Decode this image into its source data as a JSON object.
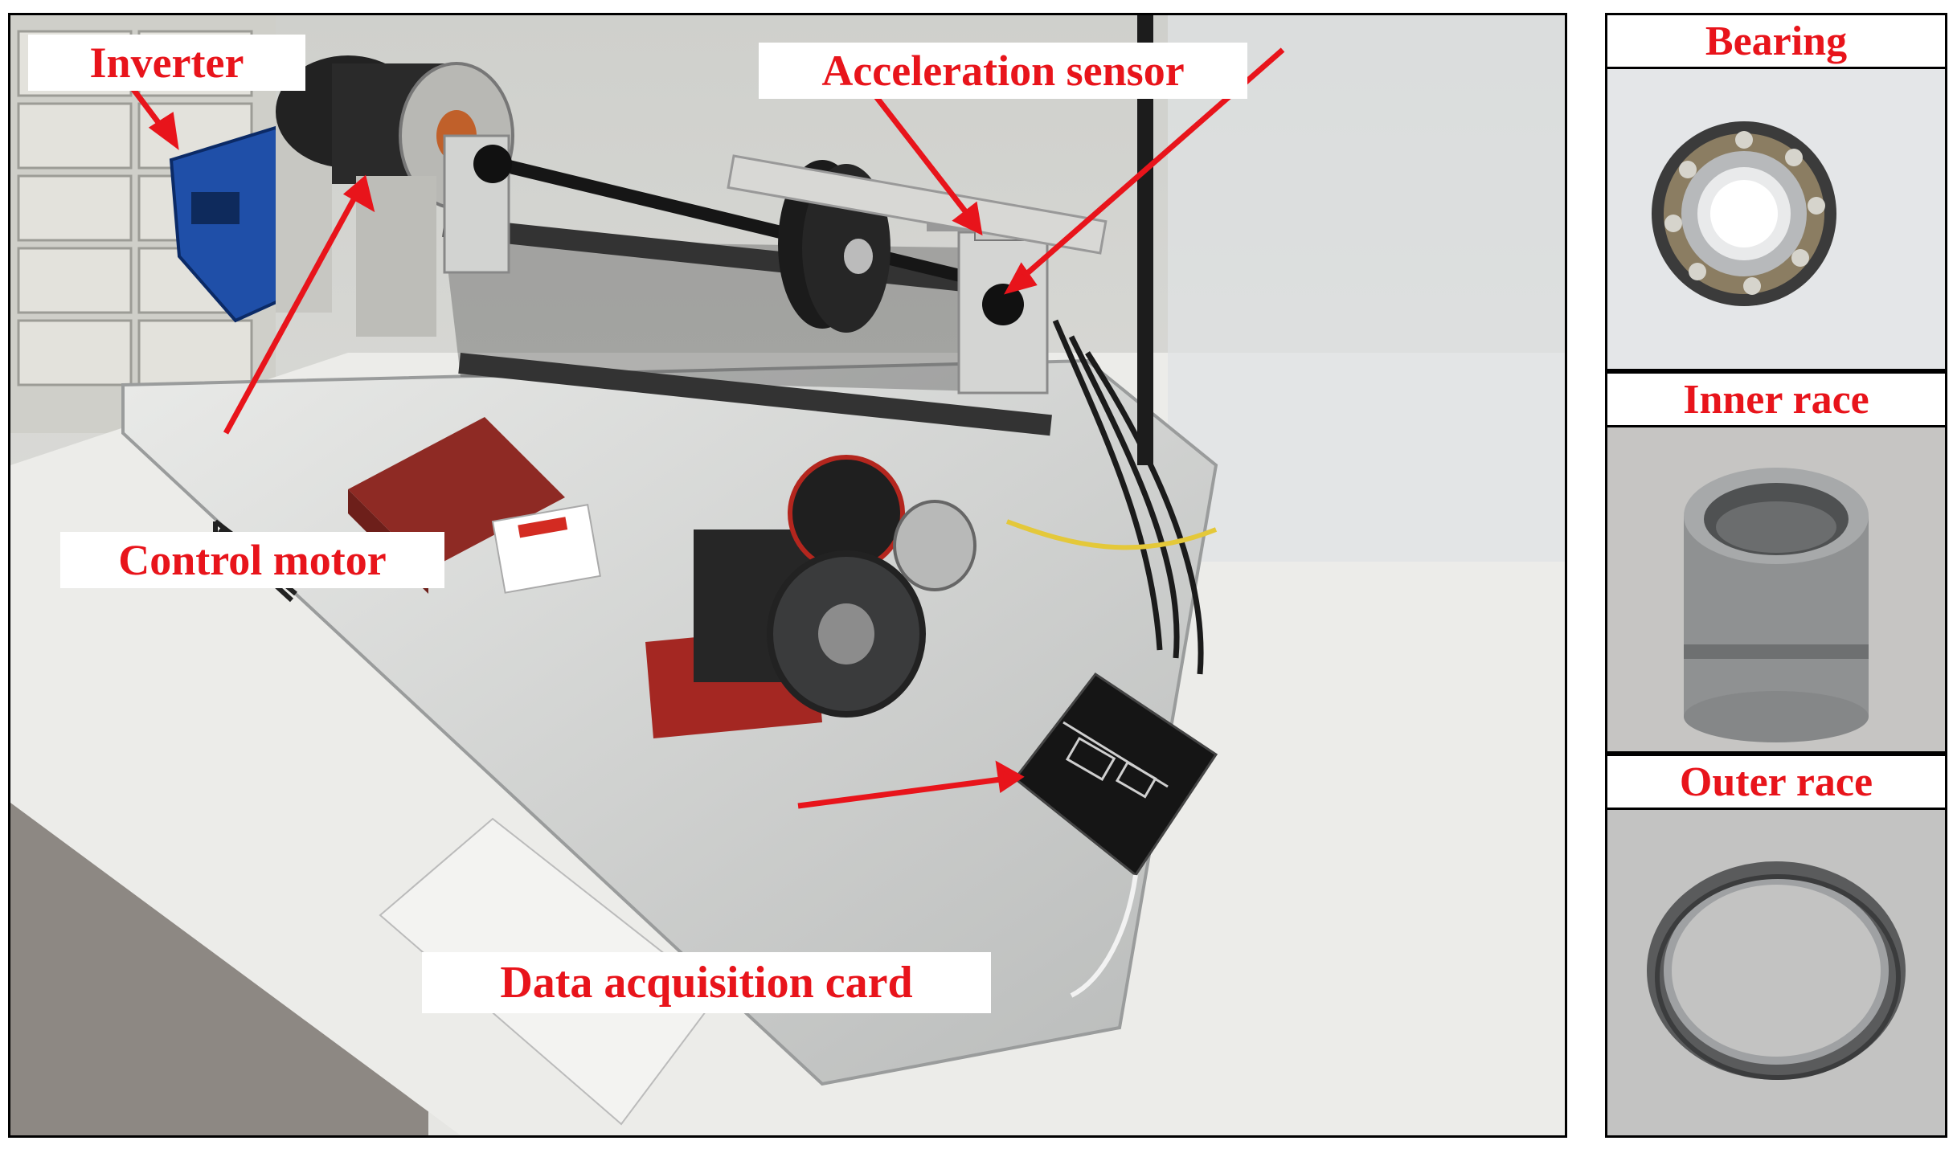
{
  "labels": {
    "inverter": "Inverter",
    "acceleration_sensor": "Acceleration sensor",
    "control_motor": "Control motor",
    "data_acquisition_card": "Data acquisition card"
  },
  "side_panels": {
    "bearing": "Bearing",
    "inner_race": "Inner race",
    "outer_race": "Outer race"
  },
  "colors": {
    "label_text": "#e8141b",
    "arrow": "#e8141b",
    "border": "#000000"
  },
  "icons": [
    "inverter-icon",
    "motor-icon",
    "shaft-icon",
    "rotor-disk-icon",
    "sensor-icon",
    "gearbox-icon",
    "daq-card-icon",
    "bearing-icon",
    "inner-race-icon",
    "outer-race-icon"
  ]
}
